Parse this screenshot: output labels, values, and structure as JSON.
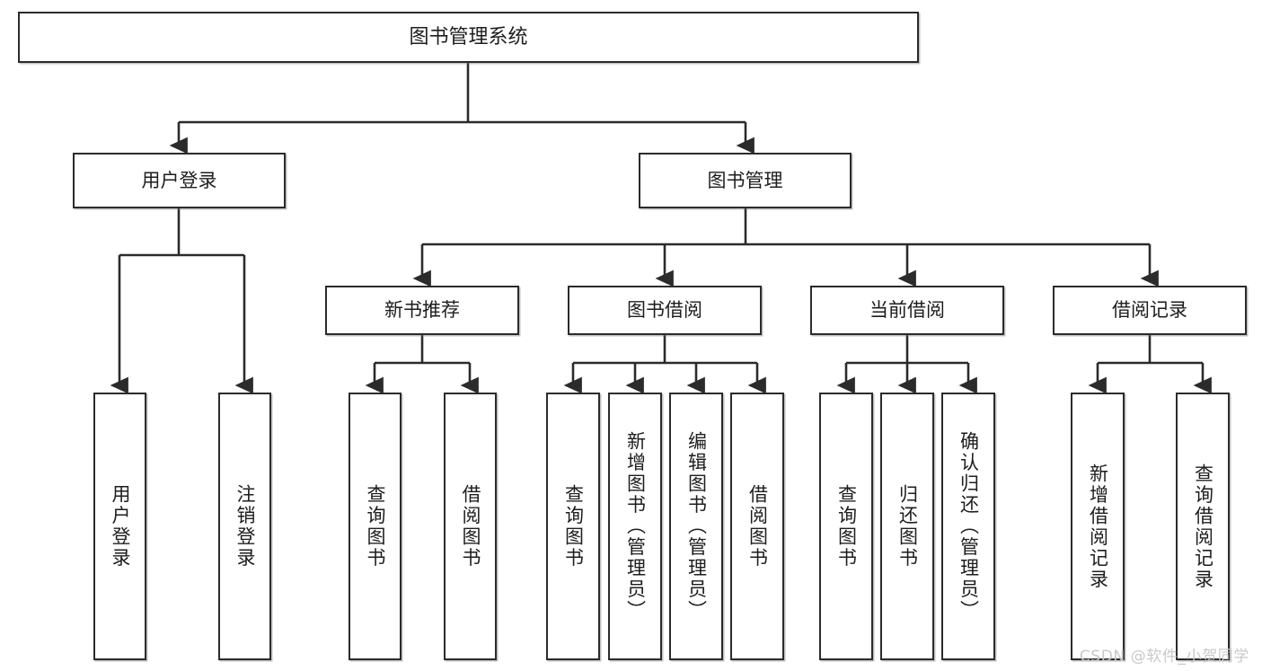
{
  "diagram": {
    "title": "图书管理系统",
    "type": "tree",
    "watermark": "CSDN @软件_小贺同学",
    "colors": {
      "box_border": "#2b2b2b",
      "box_fill": "#ffffff",
      "connector": "#2b2b2b",
      "text": "#1d1d1d",
      "watermark": "#c9c9c9"
    },
    "levels": [
      {
        "level": 0,
        "nodes": [
          {
            "id": "root",
            "label": "图书管理系统",
            "orientation": "horizontal"
          }
        ]
      },
      {
        "level": 1,
        "nodes": [
          {
            "id": "user-login",
            "label": "用户登录",
            "orientation": "horizontal",
            "parent": "root"
          },
          {
            "id": "book-manage",
            "label": "图书管理",
            "orientation": "horizontal",
            "parent": "root"
          }
        ]
      },
      {
        "level": 2,
        "nodes": [
          {
            "id": "new-book-rec",
            "label": "新书推荐",
            "orientation": "horizontal",
            "parent": "book-manage"
          },
          {
            "id": "book-borrow",
            "label": "图书借阅",
            "orientation": "horizontal",
            "parent": "book-manage"
          },
          {
            "id": "current-borrow",
            "label": "当前借阅",
            "orientation": "horizontal",
            "parent": "book-manage"
          },
          {
            "id": "borrow-record",
            "label": "借阅记录",
            "orientation": "horizontal",
            "parent": "book-manage"
          }
        ]
      },
      {
        "level": 3,
        "nodes": [
          {
            "id": "leaf-user-login",
            "label": "用户登录",
            "orientation": "vertical",
            "parent": "user-login"
          },
          {
            "id": "leaf-logout",
            "label": "注销登录",
            "orientation": "vertical",
            "parent": "user-login"
          },
          {
            "id": "leaf-query-book-1",
            "label": "查询图书",
            "orientation": "vertical",
            "parent": "new-book-rec"
          },
          {
            "id": "leaf-borrow-book-1",
            "label": "借阅图书",
            "orientation": "vertical",
            "parent": "new-book-rec"
          },
          {
            "id": "leaf-query-book-2",
            "label": "查询图书",
            "orientation": "vertical",
            "parent": "book-borrow"
          },
          {
            "id": "leaf-add-book",
            "label": "新增图书（管理员）",
            "orientation": "vertical",
            "parent": "book-borrow"
          },
          {
            "id": "leaf-edit-book",
            "label": "编辑图书（管理员）",
            "orientation": "vertical",
            "parent": "book-borrow"
          },
          {
            "id": "leaf-borrow-book-2",
            "label": "借阅图书",
            "orientation": "vertical",
            "parent": "book-borrow"
          },
          {
            "id": "leaf-query-book-3",
            "label": "查询图书",
            "orientation": "vertical",
            "parent": "current-borrow"
          },
          {
            "id": "leaf-return-book",
            "label": "归还图书",
            "orientation": "vertical",
            "parent": "current-borrow"
          },
          {
            "id": "leaf-confirm-return",
            "label": "确认归还（管理员）",
            "orientation": "vertical",
            "parent": "current-borrow"
          },
          {
            "id": "leaf-add-record",
            "label": "新增借阅记录",
            "orientation": "vertical",
            "parent": "borrow-record"
          },
          {
            "id": "leaf-query-record",
            "label": "查询借阅记录",
            "orientation": "vertical",
            "parent": "borrow-record"
          }
        ]
      }
    ]
  }
}
